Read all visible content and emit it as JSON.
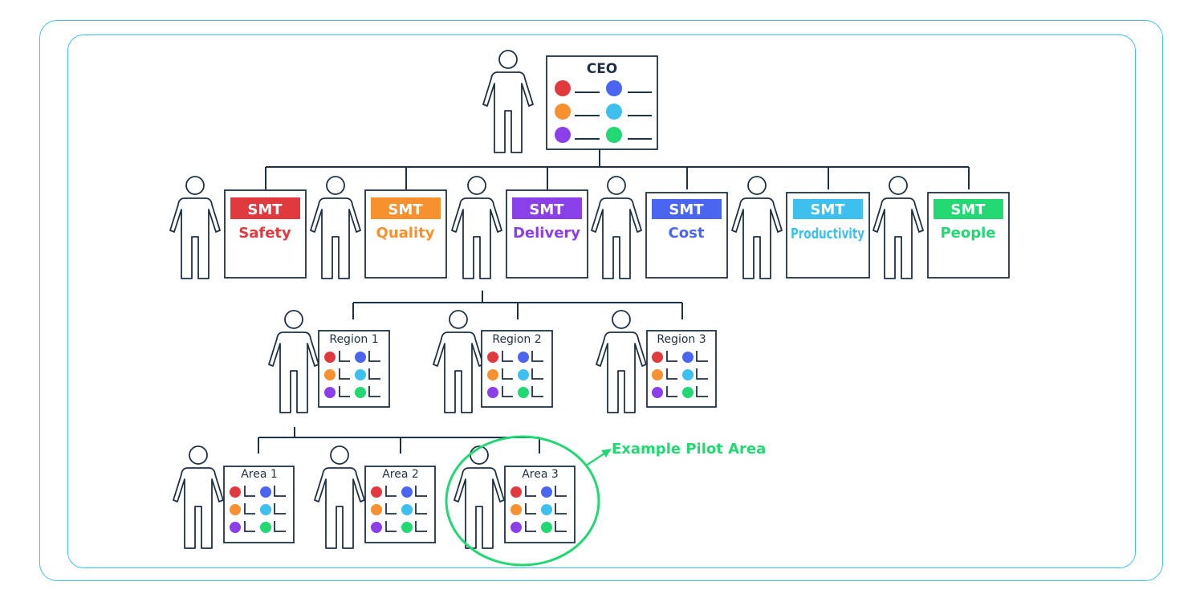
{
  "ceo": {
    "title": "CEO"
  },
  "smt_head": "SMT",
  "smt_teams": [
    {
      "name": "Safety",
      "color": "#e03a3e"
    },
    {
      "name": "Quality",
      "color": "#f7902f"
    },
    {
      "name": "Delivery",
      "color": "#8b3fe8"
    },
    {
      "name": "Cost",
      "color": "#4a66f0"
    },
    {
      "name": "Productivity",
      "color": "#3dbfef"
    },
    {
      "name": "People",
      "color": "#21d873"
    }
  ],
  "regions": [
    "Region 1",
    "Region 2",
    "Region 3"
  ],
  "areas": [
    "Area 1",
    "Area 2",
    "Area 3"
  ],
  "callout": {
    "text": "Example Pilot Area",
    "color": "#21d873"
  },
  "colors": {
    "frame": "#3cc3e8",
    "line": "#1d3146",
    "person_stroke": "#1d3146",
    "metric_red": "#e03a3e",
    "metric_blue": "#4a66f0",
    "metric_orange": "#f7902f",
    "metric_cyan": "#3dbfef",
    "metric_purple": "#8b3fe8",
    "metric_green": "#21d873"
  }
}
